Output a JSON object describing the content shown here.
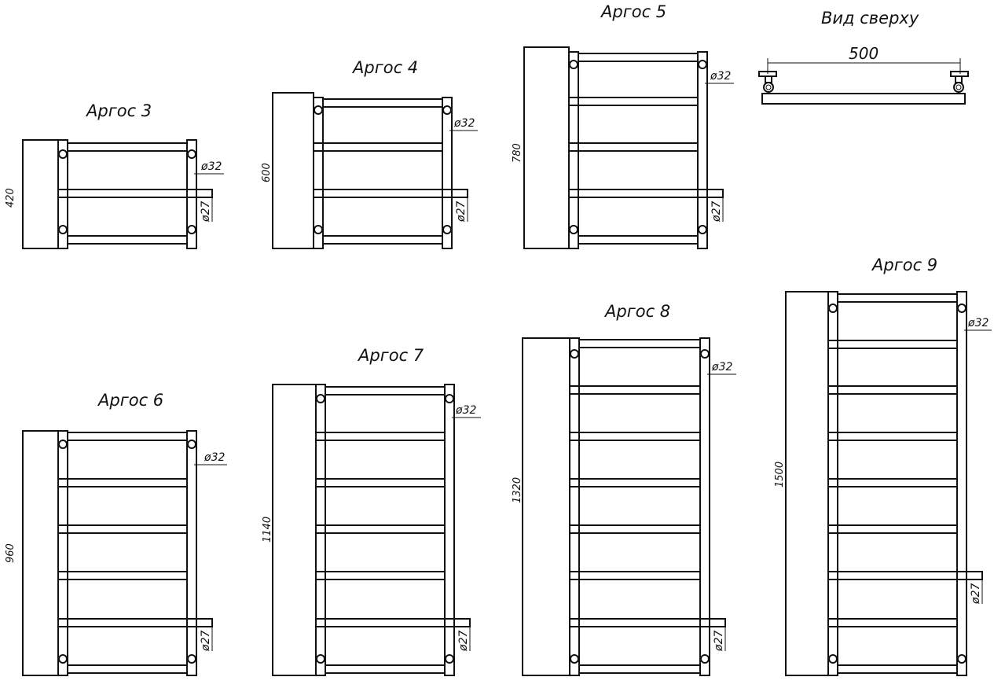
{
  "top_view": {
    "title": "Вид сверху",
    "width_label": "500"
  },
  "models": [
    {
      "id": "argos3",
      "title": "Аргос 3",
      "height_label": "420",
      "pipe_label": "ø32",
      "outlet_label": "ø27"
    },
    {
      "id": "argos4",
      "title": "Аргос 4",
      "height_label": "600",
      "pipe_label": "ø32",
      "outlet_label": "ø27"
    },
    {
      "id": "argos5",
      "title": "Аргос 5",
      "height_label": "780",
      "pipe_label": "ø32",
      "outlet_label": "ø27"
    },
    {
      "id": "argos6",
      "title": "Аргос 6",
      "height_label": "960",
      "pipe_label": "ø32",
      "outlet_label": "ø27"
    },
    {
      "id": "argos7",
      "title": "Аргос 7",
      "height_label": "1140",
      "pipe_label": "ø32",
      "outlet_label": "ø27"
    },
    {
      "id": "argos8",
      "title": "Аргос 8",
      "height_label": "1320",
      "pipe_label": "ø32",
      "outlet_label": "ø27"
    },
    {
      "id": "argos9",
      "title": "Аргос 9",
      "height_label": "1500",
      "pipe_label": "ø32",
      "outlet_label": "ø27"
    }
  ]
}
